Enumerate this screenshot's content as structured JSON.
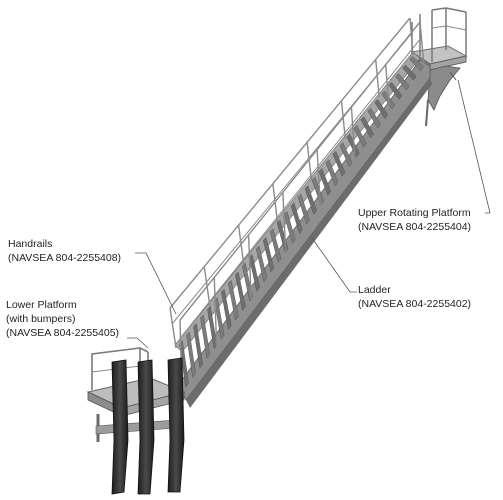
{
  "labels": {
    "handrails": {
      "line1": "Handrails",
      "line2": "(NAVSEA 804-2255408)"
    },
    "lower_platform": {
      "line1": "Lower Platform",
      "line2": "(with bumpers)",
      "line3": "(NAVSEA 804-2255405)"
    },
    "ladder": {
      "line1": "Ladder",
      "line2": "(NAVSEA 804-2255402)"
    },
    "upper_platform": {
      "line1": "Upper Rotating Platform",
      "line2": "(NAVSEA 804-2255404)"
    }
  },
  "colors": {
    "steel_light": "#c9c9c9",
    "steel_mid": "#9a9a9a",
    "steel_dark": "#5e5e5e",
    "bumper": "#2f2f2f",
    "leader_line": "#555555"
  }
}
